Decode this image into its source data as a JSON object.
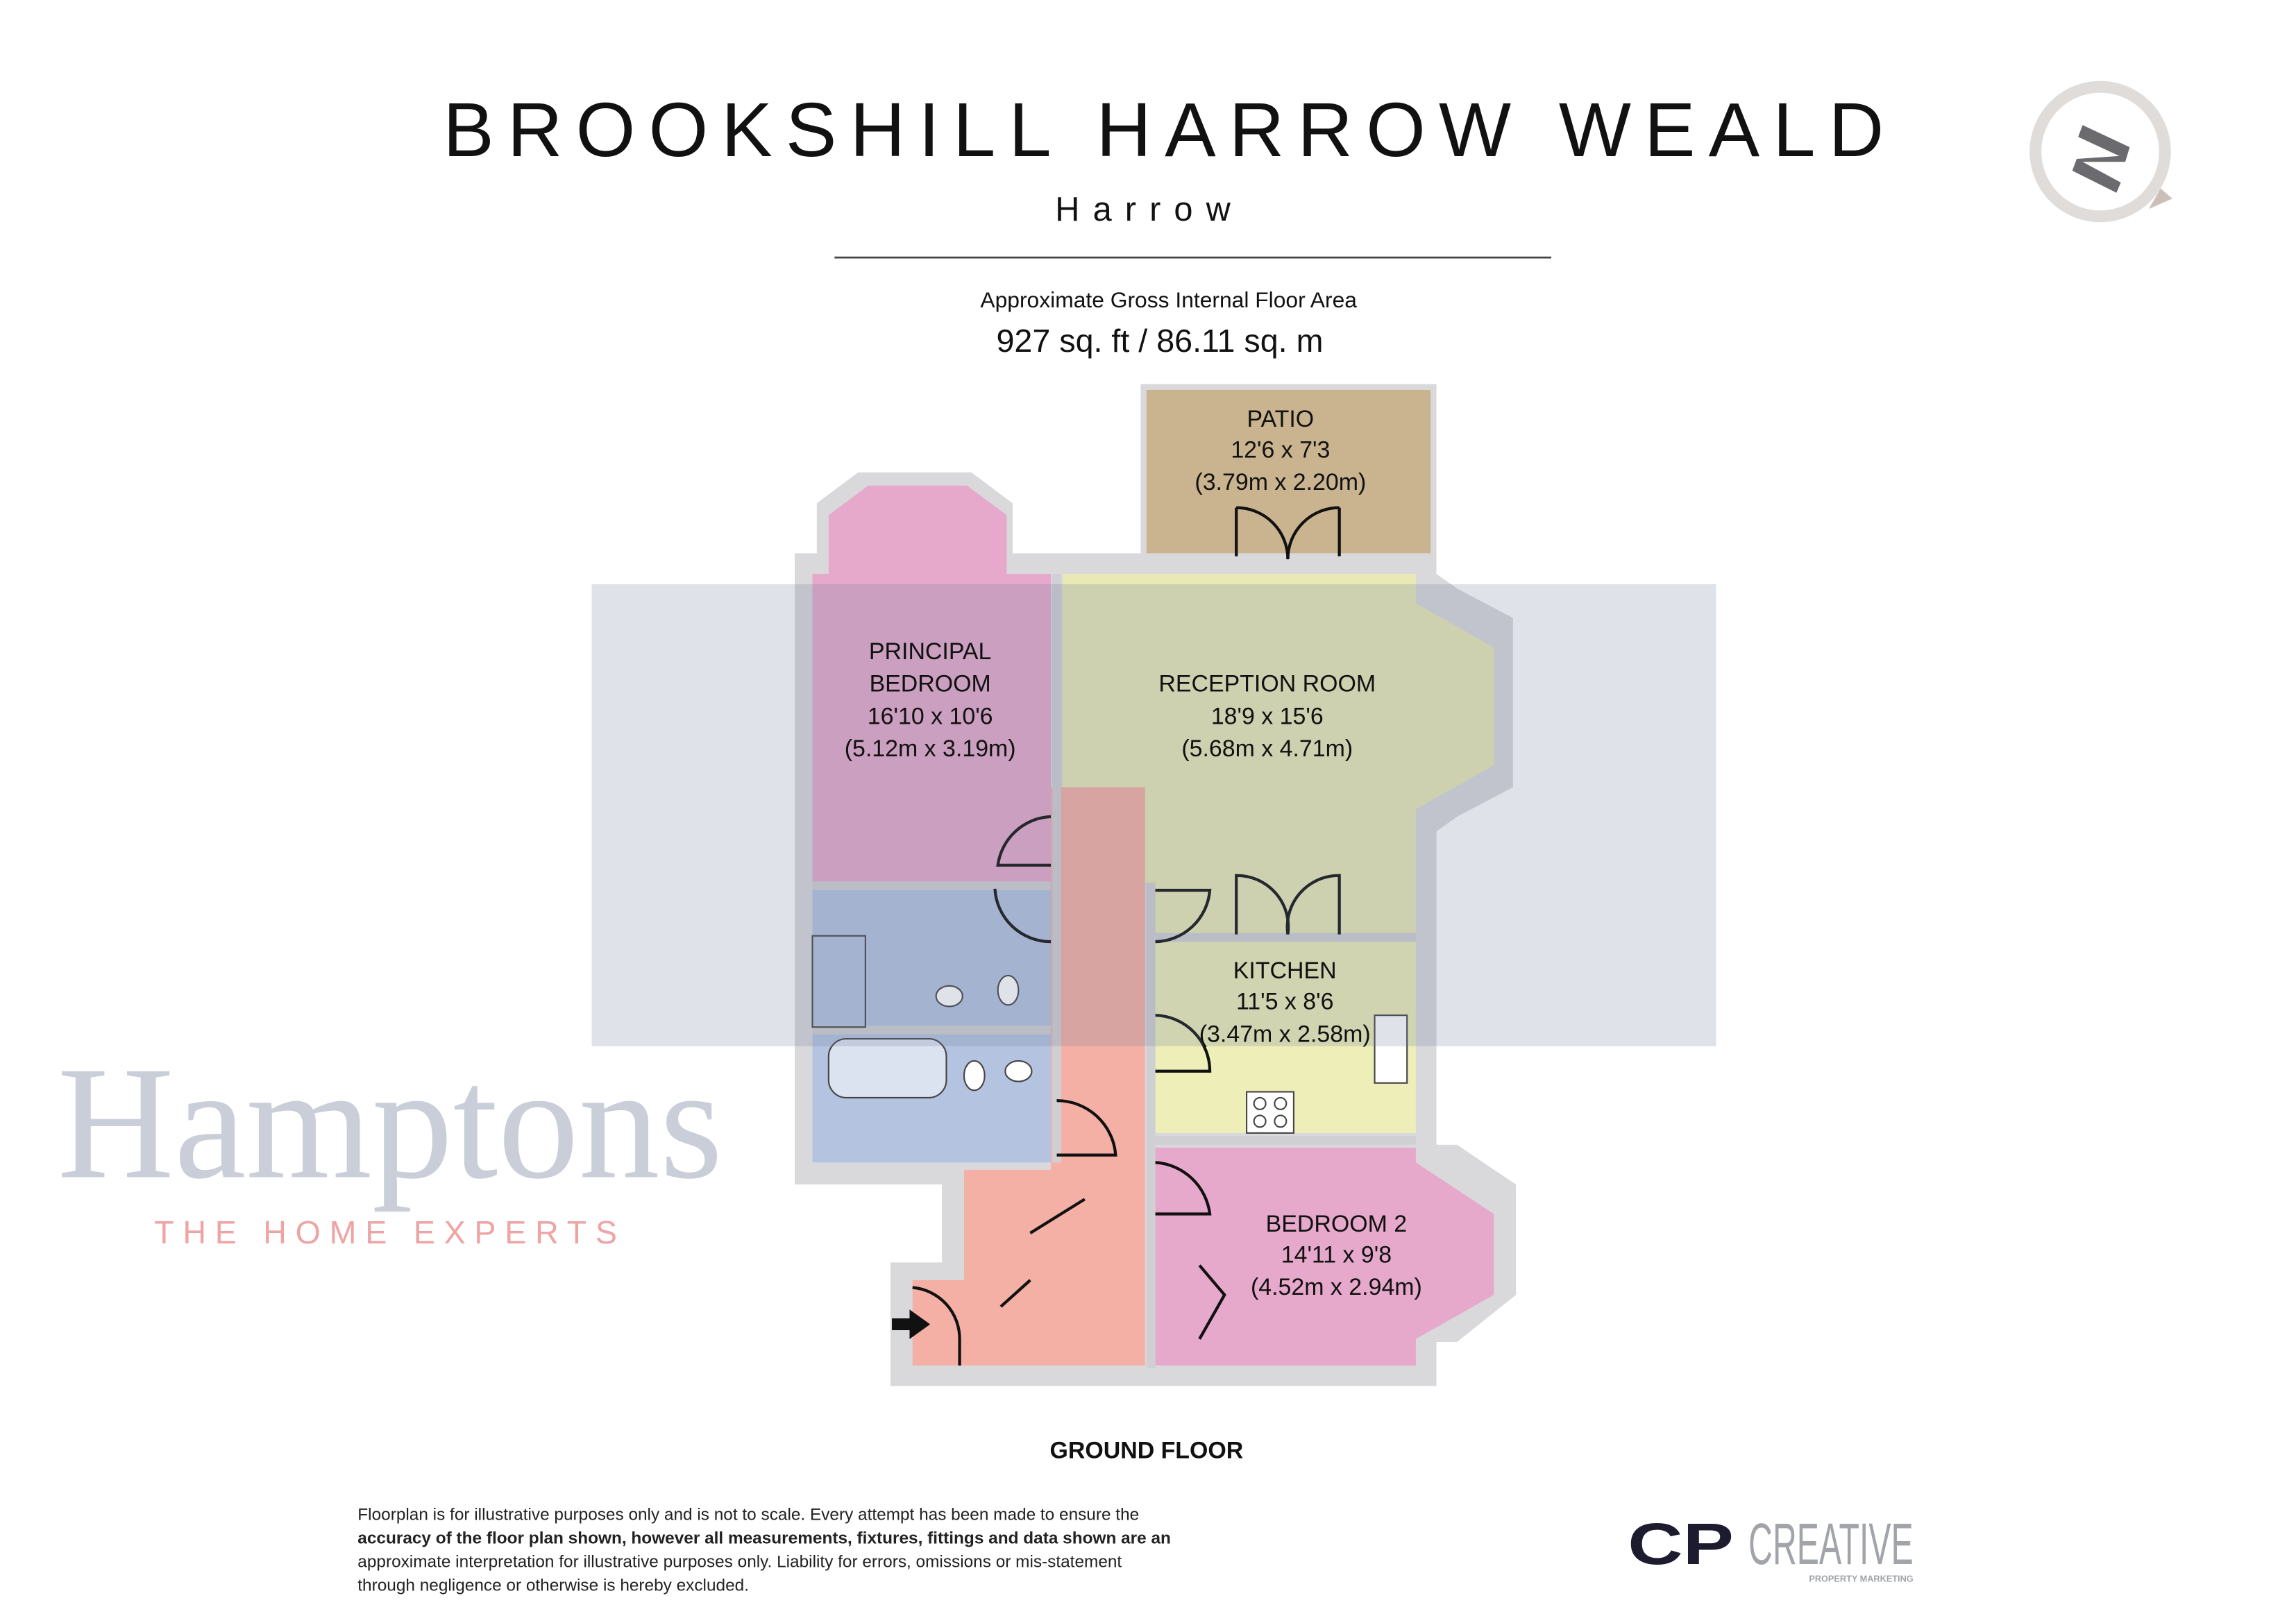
{
  "header": {
    "title": "BROOKSHILL HARROW WEALD",
    "subtitle": "Harrow",
    "area_label": "Approximate Gross Internal Floor Area",
    "area_value": "927 sq. ft / 86.11 sq. m"
  },
  "compass": {
    "icon": "north-arrow-icon",
    "letter": "N"
  },
  "rooms": [
    {
      "name": "PATIO",
      "imperial": "12'6 x 7'3",
      "metric": "(3.79m x 2.20m)",
      "color": "#c9b48f"
    },
    {
      "name_line1": "PRINCIPAL",
      "name_line2": "BEDROOM",
      "imperial": "16'10 x 10'6",
      "metric": "(5.12m x 3.19m)",
      "color": "#e6a9cc"
    },
    {
      "name": "RECEPTION ROOM",
      "imperial": "18'9 x 15'6",
      "metric": "(5.68m x 4.71m)",
      "color": "#e9e9b6"
    },
    {
      "name": "KITCHEN",
      "imperial": "11'5 x 8'6",
      "metric": "(3.47m x 2.58m)",
      "color": "#eeeeb8"
    },
    {
      "name": "BEDROOM 2",
      "imperial": "14'11 x 9'8",
      "metric": "(4.52m x 2.94m)",
      "color": "#e6a9cc"
    }
  ],
  "colors": {
    "bathroom": "#b4c3df",
    "hall": "#f5b0a6",
    "walls": "#d9d9dc"
  },
  "floor_label": "GROUND FLOOR",
  "watermark": {
    "brand": "Hamptons",
    "tagline": "THE HOME EXPERTS"
  },
  "disclaimer": {
    "line1": "Floorplan is for illustrative purposes only and is not to scale. Every attempt has been made to ensure the",
    "line2": "accuracy of the floor plan shown, however all measurements, fixtures, fittings and data shown are an",
    "line3": "approximate interpretation for illustrative purposes only. Liability for errors, omissions or mis-statement",
    "line4": "through negligence or otherwise is hereby excluded."
  },
  "logo": {
    "part1": "CP",
    "part2": "CREATIVE",
    "tagline": "PROPERTY MARKETING"
  }
}
